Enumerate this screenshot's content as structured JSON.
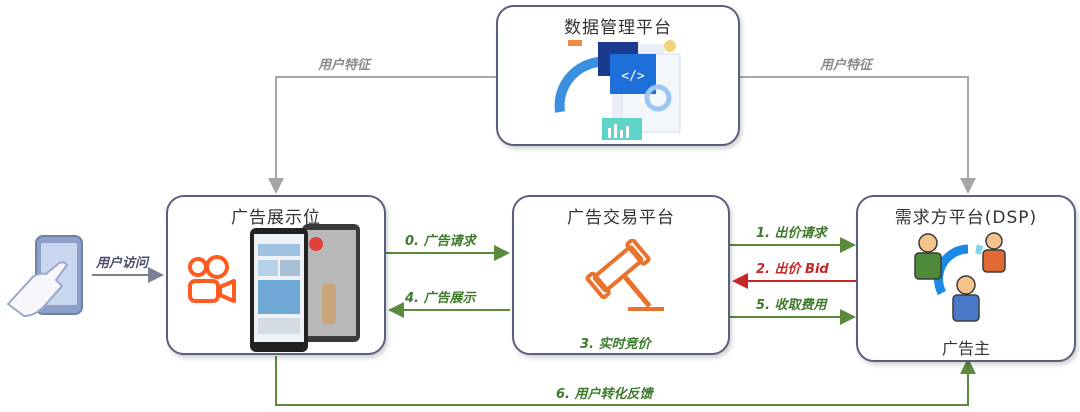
{
  "nodes": {
    "dmp": {
      "title": "数据管理平台"
    },
    "ad_slot": {
      "title": "广告展示位"
    },
    "exchange": {
      "title": "广告交易平台"
    },
    "dsp": {
      "title": "需求方平台(DSP)",
      "advertiser": "广告主"
    }
  },
  "edges": {
    "user_feature_left": "用户特征",
    "user_feature_right": "用户特征",
    "user_visit": "用户访问",
    "ad_request": "0. 广告请求",
    "ad_display": "4. 广告展示",
    "bid_request": "1. 出价请求",
    "bid": "2. 出价 Bid",
    "settlement": "5. 收取费用",
    "rtb": "3. 实时竞价",
    "conversion_feedback": "6. 用户转化反馈"
  },
  "colors": {
    "gray_flow": "#a6a6a6",
    "green_flow": "#5a8a3c",
    "red_flow": "#c62828",
    "border": "#5b5f7e",
    "accent_blue": "#1e6fd9",
    "accent_orange": "#e8732c"
  }
}
